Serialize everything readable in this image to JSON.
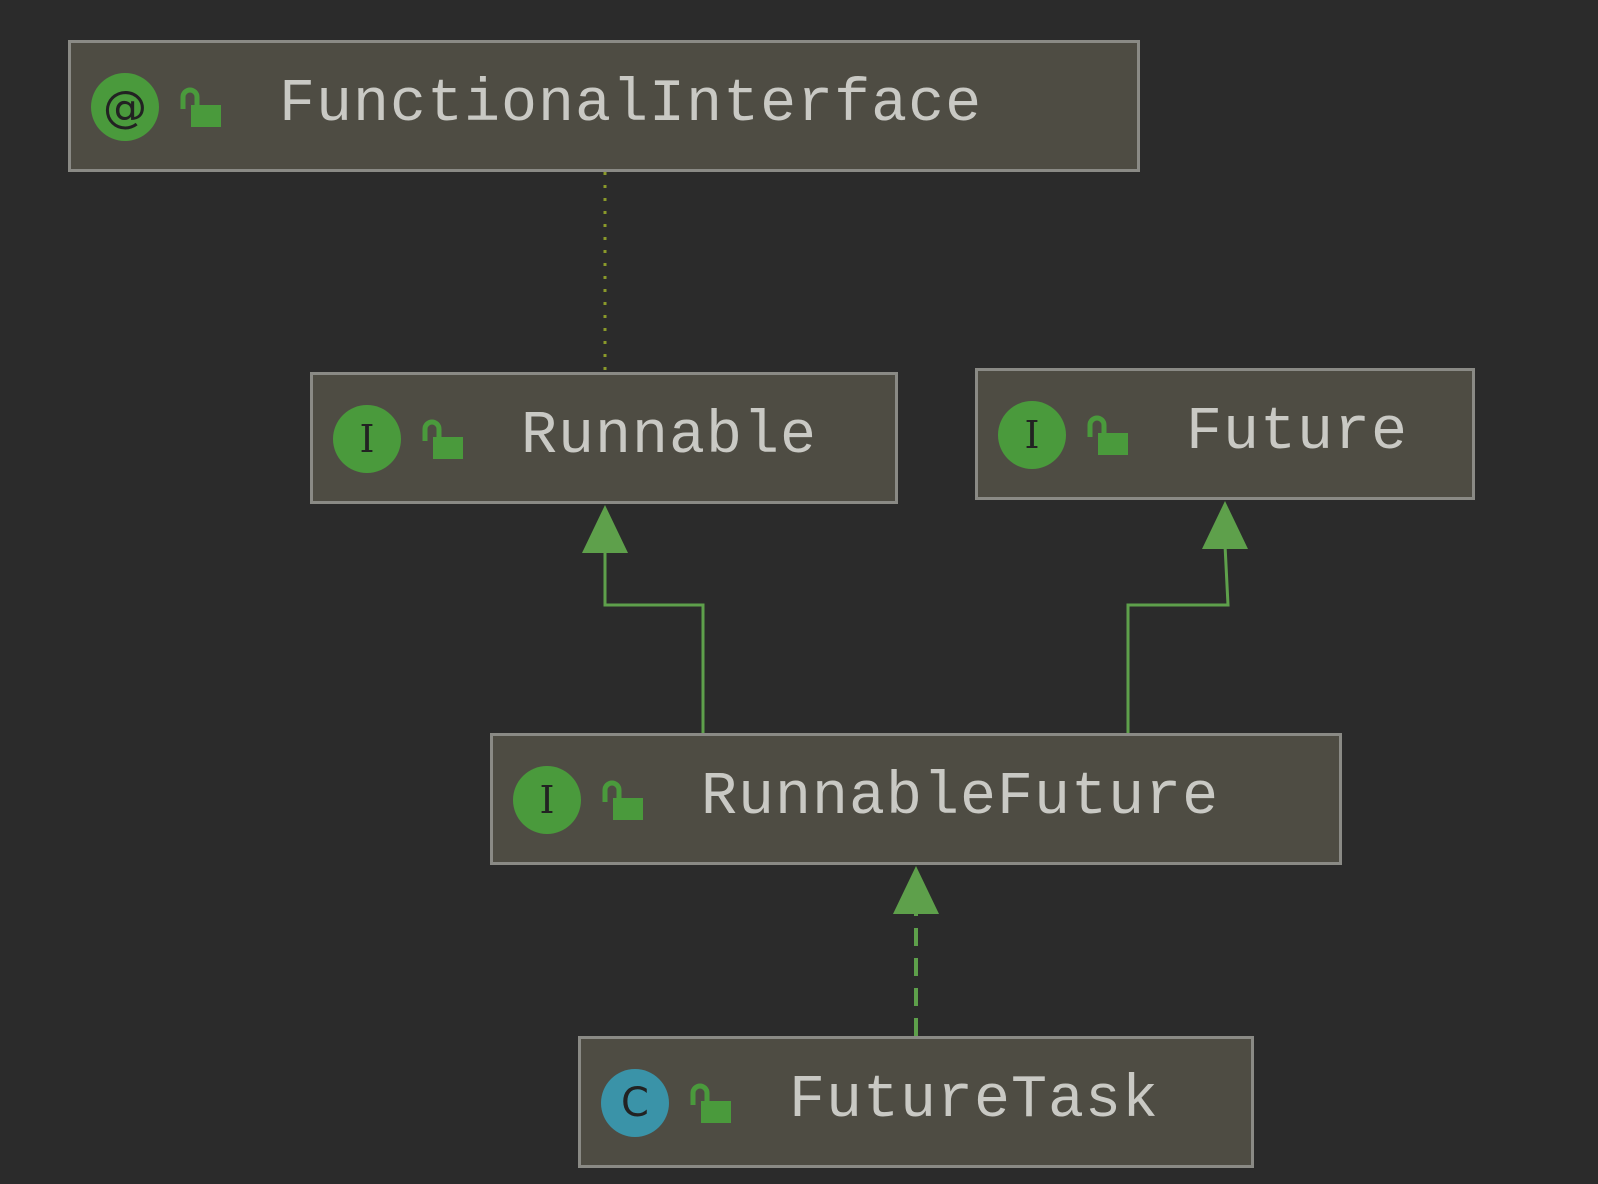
{
  "colors": {
    "background": "#2b2b2b",
    "node_fill": "#4e4c43",
    "node_border": "#8a8a85",
    "interface_badge": "#4a9a3c",
    "class_badge": "#3a93a8",
    "edge": "#5ea04b",
    "annotation_edge": "#8a9a2a",
    "label_text": "#c9c9c4"
  },
  "nodes": {
    "functional_interface": {
      "badge": "@",
      "badge_icon": "annotation-icon",
      "lock_icon": "unlocked-public-icon",
      "label": "FunctionalInterface"
    },
    "runnable": {
      "badge": "I",
      "badge_icon": "interface-icon",
      "lock_icon": "unlocked-public-icon",
      "label": "Runnable"
    },
    "future": {
      "badge": "I",
      "badge_icon": "interface-icon",
      "lock_icon": "unlocked-public-icon",
      "label": "Future"
    },
    "runnable_future": {
      "badge": "I",
      "badge_icon": "interface-icon",
      "lock_icon": "unlocked-public-icon",
      "label": "RunnableFuture"
    },
    "future_task": {
      "badge": "C",
      "badge_icon": "class-icon",
      "lock_icon": "unlocked-public-icon",
      "label": "FutureTask"
    }
  },
  "edges": [
    {
      "from": "Runnable",
      "to": "FunctionalInterface",
      "kind": "annotated-with",
      "style": "dotted"
    },
    {
      "from": "RunnableFuture",
      "to": "Runnable",
      "kind": "extends",
      "style": "solid"
    },
    {
      "from": "RunnableFuture",
      "to": "Future",
      "kind": "extends",
      "style": "solid"
    },
    {
      "from": "FutureTask",
      "to": "RunnableFuture",
      "kind": "implements",
      "style": "dashed"
    }
  ]
}
